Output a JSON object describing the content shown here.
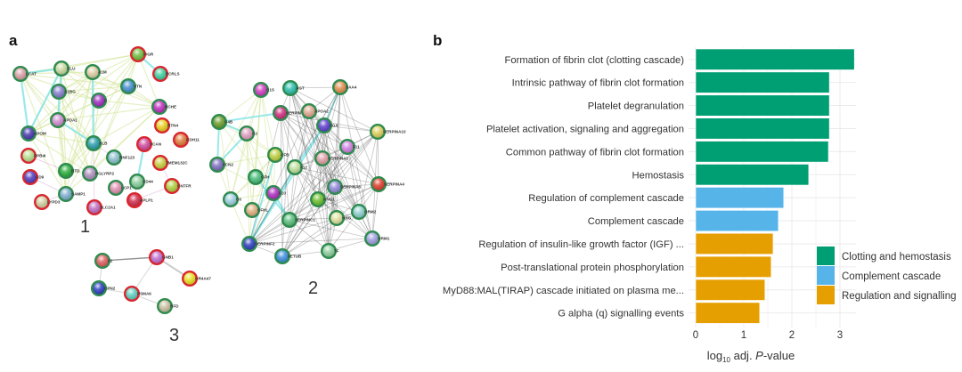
{
  "panels": {
    "a": "a",
    "b": "b"
  },
  "network": {
    "cluster_labels": [
      "1",
      "2",
      "3"
    ],
    "ring_colors": {
      "green": "#2e8b4e",
      "red": "#d9262f"
    },
    "nodes": [
      {
        "id": "LCAT",
        "cluster": 1,
        "ring": "green",
        "fill": "#d9a0a6"
      },
      {
        "id": "CLU",
        "cluster": 1,
        "ring": "green",
        "fill": "#c9d9a0"
      },
      {
        "id": "A1M",
        "cluster": 1,
        "ring": "green",
        "fill": "#e0cfa8"
      },
      {
        "id": "A1BG",
        "cluster": 1,
        "ring": "green",
        "fill": "#8a7fd0"
      },
      {
        "id": "C",
        "cluster": 1,
        "ring": "green",
        "fill": "#a030c0"
      },
      {
        "id": "APOA1",
        "cluster": 1,
        "ring": "green",
        "fill": "#d090d0"
      },
      {
        "id": "APOM",
        "cluster": 1,
        "ring": "green",
        "fill": "#4a3ab0"
      },
      {
        "id": "VTN",
        "cluster": 1,
        "ring": "green",
        "fill": "#4a90d0"
      },
      {
        "id": "PIGR",
        "cluster": 1,
        "ring": "red",
        "fill": "#70c040"
      },
      {
        "id": "ECRLS",
        "cluster": 1,
        "ring": "red",
        "fill": "#40d0a0"
      },
      {
        "id": "BCHE",
        "cluster": 1,
        "ring": "green",
        "fill": "#c030c0"
      },
      {
        "id": "RTN4",
        "cluster": 1,
        "ring": "red",
        "fill": "#e8d020"
      },
      {
        "id": "CDH11",
        "cluster": 1,
        "ring": "red",
        "fill": "#e08040"
      },
      {
        "id": "ALB",
        "cluster": 1,
        "ring": "green",
        "fill": "#30a0b0"
      },
      {
        "id": "VCAN",
        "cluster": 1,
        "ring": "red",
        "fill": "#d050a0"
      },
      {
        "id": "PPB4I",
        "cluster": 1,
        "ring": "red",
        "fill": "#b8e090"
      },
      {
        "id": "CD9",
        "cluster": 1,
        "ring": "red",
        "fill": "#5040c0"
      },
      {
        "id": "BTD",
        "cluster": 1,
        "ring": "green",
        "fill": "#30b040"
      },
      {
        "id": "PGLYRP2",
        "cluster": 1,
        "ring": "green",
        "fill": "#b090c0"
      },
      {
        "id": "RNF123",
        "cluster": 1,
        "ring": "green",
        "fill": "#90c0d0"
      },
      {
        "id": "TMEM132C",
        "cluster": 1,
        "ring": "red",
        "fill": "#c8d040"
      },
      {
        "id": "CD44",
        "cluster": 1,
        "ring": "green",
        "fill": "#90d0a0"
      },
      {
        "id": "LCP1",
        "cluster": 1,
        "ring": "green",
        "fill": "#e090b0"
      },
      {
        "id": "CNTFR",
        "cluster": 1,
        "ring": "red",
        "fill": "#b0d040"
      },
      {
        "id": "APLP1",
        "cluster": 1,
        "ring": "red",
        "fill": "#d03050"
      },
      {
        "id": "SAMP1",
        "cluster": 1,
        "ring": "green",
        "fill": "#80b0d0"
      },
      {
        "id": "LYPD3",
        "cluster": 1,
        "ring": "red",
        "fill": "#d0d0a0"
      },
      {
        "id": "SLC2A1",
        "cluster": 1,
        "ring": "red",
        "fill": "#c070c0"
      },
      {
        "id": "C1S",
        "cluster": 2,
        "ring": "green",
        "fill": "#d040c0"
      },
      {
        "id": "AGT",
        "cluster": 2,
        "ring": "green",
        "fill": "#30c0b0"
      },
      {
        "id": "SERPIND1",
        "cluster": 2,
        "ring": "green",
        "fill": "#d03080"
      },
      {
        "id": "APOA2",
        "cluster": 2,
        "ring": "green",
        "fill": "#e0a890"
      },
      {
        "id": "SAA4",
        "cluster": 2,
        "ring": "green",
        "fill": "#e09050"
      },
      {
        "id": "FGA",
        "cluster": 2,
        "ring": "green",
        "fill": "#6040d0"
      },
      {
        "id": "C4B",
        "cluster": 2,
        "ring": "green",
        "fill": "#70a030"
      },
      {
        "id": "C2",
        "cluster": 2,
        "ring": "green",
        "fill": "#e0a0c0"
      },
      {
        "id": "SERPINA10",
        "cluster": 2,
        "ring": "green",
        "fill": "#e0d060"
      },
      {
        "id": "F11",
        "cluster": 2,
        "ring": "green",
        "fill": "#d080e0"
      },
      {
        "id": "FCN2",
        "cluster": 2,
        "ring": "green",
        "fill": "#8070c0"
      },
      {
        "id": "CFB",
        "cluster": 2,
        "ring": "green",
        "fill": "#c0d040"
      },
      {
        "id": "F12",
        "cluster": 2,
        "ring": "green",
        "fill": "#c0e0a0"
      },
      {
        "id": "SERPINA5",
        "cluster": 2,
        "ring": "green",
        "fill": "#e0a0a8"
      },
      {
        "id": "CFH",
        "cluster": 2,
        "ring": "green",
        "fill": "#50c080"
      },
      {
        "id": "SERPINA4",
        "cluster": 2,
        "ring": "green",
        "fill": "#e04030"
      },
      {
        "id": "SERPINA6",
        "cluster": 2,
        "ring": "green",
        "fill": "#9088d8"
      },
      {
        "id": "C6",
        "cluster": 2,
        "ring": "green",
        "fill": "#a0d0e0"
      },
      {
        "id": "F10",
        "cluster": 2,
        "ring": "green",
        "fill": "#b030c0"
      },
      {
        "id": "CFHL",
        "cluster": 2,
        "ring": "green",
        "fill": "#e0b080"
      },
      {
        "id": "KNG1",
        "cluster": 2,
        "ring": "green",
        "fill": "#70c030"
      },
      {
        "id": "ORM2",
        "cluster": 2,
        "ring": "green",
        "fill": "#90d0d0"
      },
      {
        "id": "SERPINC1",
        "cluster": 2,
        "ring": "green",
        "fill": "#60c080"
      },
      {
        "id": "HRG",
        "cluster": 2,
        "ring": "green",
        "fill": "#e0e0a0"
      },
      {
        "id": "SERPINF2",
        "cluster": 2,
        "ring": "green",
        "fill": "#3040c0"
      },
      {
        "id": "ORM1",
        "cluster": 2,
        "ring": "green",
        "fill": "#a0a0e0"
      },
      {
        "id": "FETUB",
        "cluster": 2,
        "ring": "green",
        "fill": "#4090e0"
      },
      {
        "id": "TF",
        "cluster": 2,
        "ring": "green",
        "fill": "#90d0a0"
      },
      {
        "id": "F2",
        "cluster": 3,
        "ring": "green",
        "fill": "#e06060"
      },
      {
        "id": "GNB1",
        "cluster": 3,
        "ring": "red",
        "fill": "#c070d0"
      },
      {
        "id": "OR4A47",
        "cluster": 3,
        "ring": "red",
        "fill": "#e8e020"
      },
      {
        "id": "CPN2",
        "cluster": 3,
        "ring": "green",
        "fill": "#3040c0"
      },
      {
        "id": "PSMA6",
        "cluster": 3,
        "ring": "red",
        "fill": "#60d0c0"
      },
      {
        "id": "RFD",
        "cluster": 3,
        "ring": "green",
        "fill": "#c8c0a0"
      }
    ]
  },
  "chart_data": {
    "type": "bar",
    "orientation": "horizontal",
    "categories": [
      "Formation of fibrin clot (clotting cascade)",
      "Intrinsic pathway of fibrin clot formation",
      "Platelet degranulation",
      "Platelet activation, signaling and aggregation",
      "Common pathway of fibrin clot formation",
      "Hemostasis",
      "Regulation of complement cascade",
      "Complement cascade",
      "Regulation of insulin-like growth factor (IGF) ...",
      "Post-translational protein phosphorylation",
      "MyD88:MAL(TIRAP) cascade initiated on plasma me...",
      "G alpha (q) signalling events"
    ],
    "values": [
      3.3,
      2.78,
      2.78,
      2.78,
      2.76,
      2.35,
      1.83,
      1.72,
      1.61,
      1.57,
      1.44,
      1.33
    ],
    "groups": [
      "Clotting and hemostasis",
      "Clotting and hemostasis",
      "Clotting and hemostasis",
      "Clotting and hemostasis",
      "Clotting and hemostasis",
      "Clotting and hemostasis",
      "Complement cascade",
      "Complement cascade",
      "Regulation and signalling",
      "Regulation and signalling",
      "Regulation and signalling",
      "Regulation and signalling"
    ],
    "legend": [
      {
        "name": "Clotting and hemostasis",
        "color": "#009e73"
      },
      {
        "name": "Complement cascade",
        "color": "#56b4e9"
      },
      {
        "name": "Regulation and signalling",
        "color": "#e69f00"
      }
    ],
    "legend_position": "right",
    "xlabel_prefix": "log",
    "xlabel_sub": "10",
    "xlabel_mid": " adj. ",
    "xlabel_italic": "P",
    "xlabel_suffix": "-value",
    "ylabel": "",
    "xticks": [
      0,
      1,
      2,
      3
    ],
    "xlim": [
      0,
      3.45
    ],
    "grid": true
  }
}
